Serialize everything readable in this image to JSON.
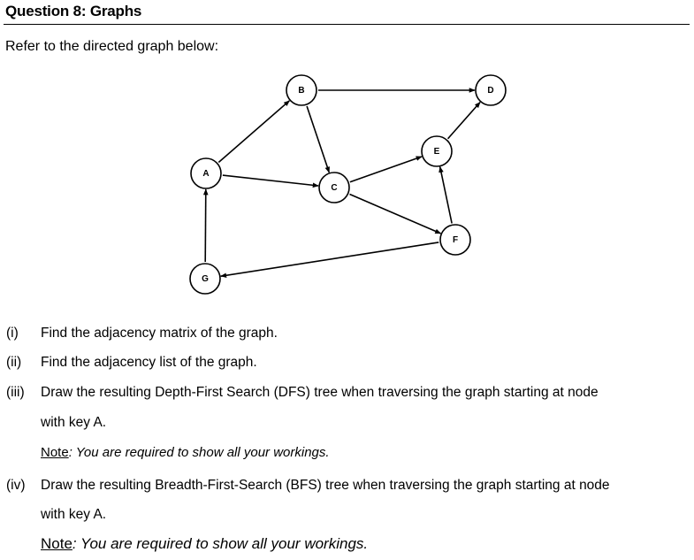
{
  "heading": {
    "title": "Question 8: Graphs",
    "intro": "Refer to the directed graph below:"
  },
  "graph": {
    "nodes": [
      "A",
      "B",
      "C",
      "D",
      "E",
      "F",
      "G"
    ],
    "edges": [
      [
        "A",
        "B"
      ],
      [
        "A",
        "C"
      ],
      [
        "B",
        "C"
      ],
      [
        "B",
        "D"
      ],
      [
        "C",
        "E"
      ],
      [
        "C",
        "F"
      ],
      [
        "E",
        "D"
      ],
      [
        "F",
        "E"
      ],
      [
        "F",
        "G"
      ],
      [
        "G",
        "A"
      ]
    ]
  },
  "questions": [
    {
      "num": "(i)",
      "text": "Find the adjacency matrix of the graph."
    },
    {
      "num": "(ii)",
      "text": "Find the adjacency list of the graph."
    },
    {
      "num": "(iii)",
      "text": "Draw the resulting Depth-First Search (DFS) tree when traversing the graph starting at node",
      "continuation": "with key A.",
      "note_label": "Note",
      "note_text": ": You are required to show all your workings."
    },
    {
      "num": "(iv)",
      "text": "Draw the resulting Breadth-First-Search (BFS) tree when traversing the graph starting at node",
      "continuation": "with key A.",
      "note_label": "Note",
      "note_text": ": You are required to show all your workings."
    }
  ]
}
